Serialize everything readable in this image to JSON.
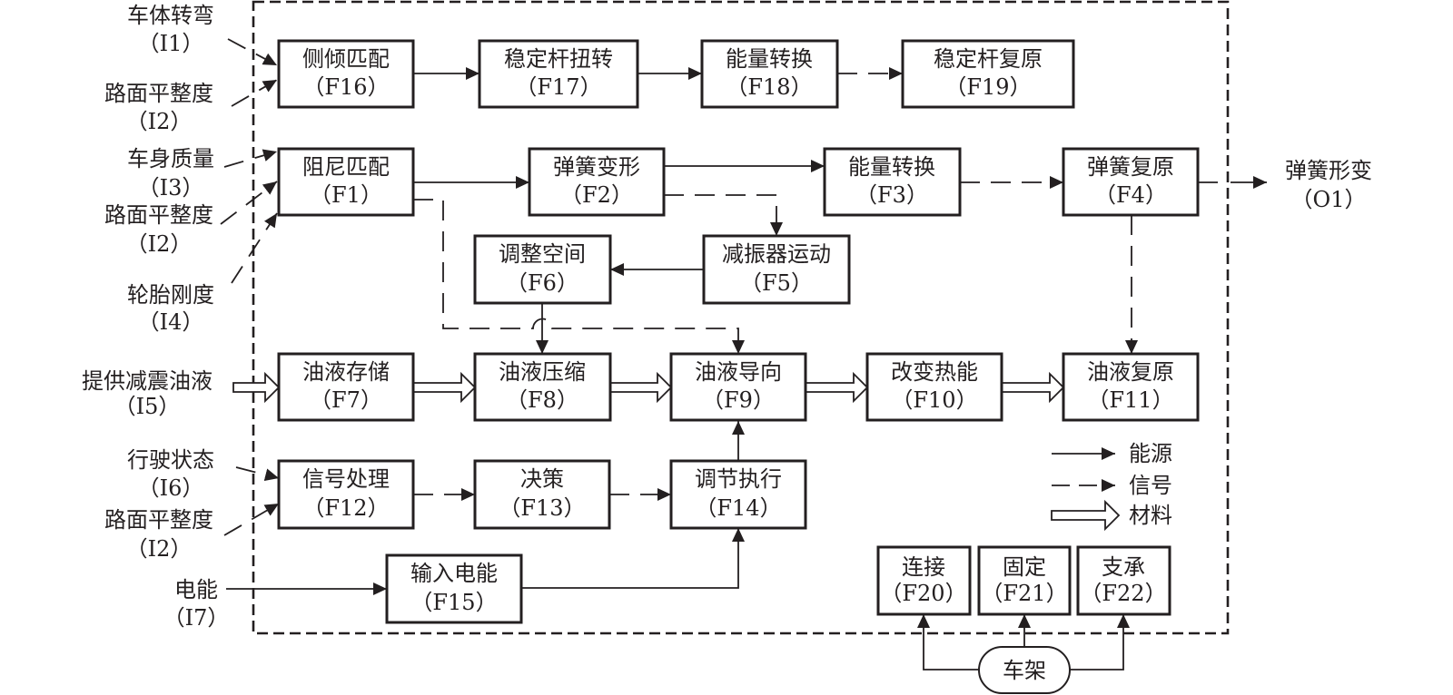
{
  "functions": [
    {
      "id": "F16",
      "name": "侧倾匹配",
      "code": "（F16）"
    },
    {
      "id": "F17",
      "name": "稳定杆扭转",
      "code": "（F17）"
    },
    {
      "id": "F18",
      "name": "能量转换",
      "code": "（F18）"
    },
    {
      "id": "F19",
      "name": "稳定杆复原",
      "code": "（F19）"
    },
    {
      "id": "F1",
      "name": "阻尼匹配",
      "code": "（F1）"
    },
    {
      "id": "F2",
      "name": "弹簧变形",
      "code": "（F2）"
    },
    {
      "id": "F3",
      "name": "能量转换",
      "code": "（F3）"
    },
    {
      "id": "F4",
      "name": "弹簧复原",
      "code": "（F4）"
    },
    {
      "id": "F6",
      "name": "调整空间",
      "code": "（F6）"
    },
    {
      "id": "F5",
      "name": "减振器运动",
      "code": "（F5）"
    },
    {
      "id": "F7",
      "name": "油液存储",
      "code": "（F7）"
    },
    {
      "id": "F8",
      "name": "油液压缩",
      "code": "（F8）"
    },
    {
      "id": "F9",
      "name": "油液导向",
      "code": "（F9）"
    },
    {
      "id": "F10",
      "name": "改变热能",
      "code": "（F10）"
    },
    {
      "id": "F11",
      "name": "油液复原",
      "code": "（F11）"
    },
    {
      "id": "F12",
      "name": "信号处理",
      "code": "（F12）"
    },
    {
      "id": "F13",
      "name": "决策",
      "code": "（F13）"
    },
    {
      "id": "F14",
      "name": "调节执行",
      "code": "（F14）"
    },
    {
      "id": "F15",
      "name": "输入电能",
      "code": "（F15）"
    },
    {
      "id": "F20",
      "name": "连接",
      "code": "（F20）"
    },
    {
      "id": "F21",
      "name": "固定",
      "code": "（F21）"
    },
    {
      "id": "F22",
      "name": "支承",
      "code": "（F22）"
    }
  ],
  "inputs": [
    {
      "id": "I1",
      "name": "车体转弯",
      "code": "（I1）",
      "target": "F16",
      "flow": "signal"
    },
    {
      "id": "I2",
      "name": "路面平整度",
      "code": "（I2）",
      "target": "F16",
      "flow": "signal"
    },
    {
      "id": "I3",
      "name": "车身质量",
      "code": "（I3）",
      "target": "F1",
      "flow": "signal"
    },
    {
      "id": "I2",
      "name": "路面平整度",
      "code": "（I2）",
      "target": "F1",
      "flow": "signal"
    },
    {
      "id": "I4",
      "name": "轮胎刚度",
      "code": "（I4）",
      "target": "F1",
      "flow": "signal"
    },
    {
      "id": "I5",
      "name": "提供减震油液",
      "code": "（I5）",
      "target": "F7",
      "flow": "material"
    },
    {
      "id": "I6",
      "name": "行驶状态",
      "code": "（I6）",
      "target": "F12",
      "flow": "signal"
    },
    {
      "id": "I2",
      "name": "路面平整度",
      "code": "（I2）",
      "target": "F12",
      "flow": "signal"
    },
    {
      "id": "I7",
      "name": "电能",
      "code": "（I7）",
      "target": "F15",
      "flow": "energy"
    }
  ],
  "outputs": [
    {
      "id": "O1",
      "name": "弹簧形变",
      "code": "（O1）",
      "source": "F4",
      "flow": "signal"
    }
  ],
  "external": {
    "frame": {
      "name": "车架",
      "targets": [
        "F20",
        "F21",
        "F22"
      ],
      "flow": "energy"
    }
  },
  "legend": [
    {
      "type": "energy",
      "style": "solid",
      "label": "能源"
    },
    {
      "type": "signal",
      "style": "dashed",
      "label": "信号"
    },
    {
      "type": "material",
      "style": "hollow",
      "label": "材料"
    }
  ],
  "flows": [
    {
      "from": "F16",
      "to": "F17",
      "type": "energy"
    },
    {
      "from": "F17",
      "to": "F18",
      "type": "energy"
    },
    {
      "from": "F18",
      "to": "F19",
      "type": "signal"
    },
    {
      "from": "F1",
      "to": "F2",
      "type": "energy"
    },
    {
      "from": "F1",
      "to": "F9",
      "type": "signal"
    },
    {
      "from": "F2",
      "to": "F3",
      "type": "energy"
    },
    {
      "from": "F2",
      "to": "F5",
      "type": "signal"
    },
    {
      "from": "F3",
      "to": "F4",
      "type": "signal"
    },
    {
      "from": "F4",
      "to": "O1",
      "type": "signal"
    },
    {
      "from": "F4",
      "to": "F11",
      "type": "signal"
    },
    {
      "from": "F5",
      "to": "F6",
      "type": "energy"
    },
    {
      "from": "F6",
      "to": "F8",
      "type": "energy"
    },
    {
      "from": "F7",
      "to": "F8",
      "type": "material"
    },
    {
      "from": "F8",
      "to": "F9",
      "type": "material"
    },
    {
      "from": "F9",
      "to": "F10",
      "type": "material"
    },
    {
      "from": "F10",
      "to": "F11",
      "type": "material"
    },
    {
      "from": "F12",
      "to": "F13",
      "type": "signal"
    },
    {
      "from": "F13",
      "to": "F14",
      "type": "signal"
    },
    {
      "from": "F14",
      "to": "F9",
      "type": "energy"
    },
    {
      "from": "F15",
      "to": "F14",
      "type": "energy"
    },
    {
      "from": "车架",
      "to": "F20",
      "type": "energy"
    },
    {
      "from": "车架",
      "to": "F21",
      "type": "energy"
    },
    {
      "from": "车架",
      "to": "F22",
      "type": "energy"
    }
  ]
}
